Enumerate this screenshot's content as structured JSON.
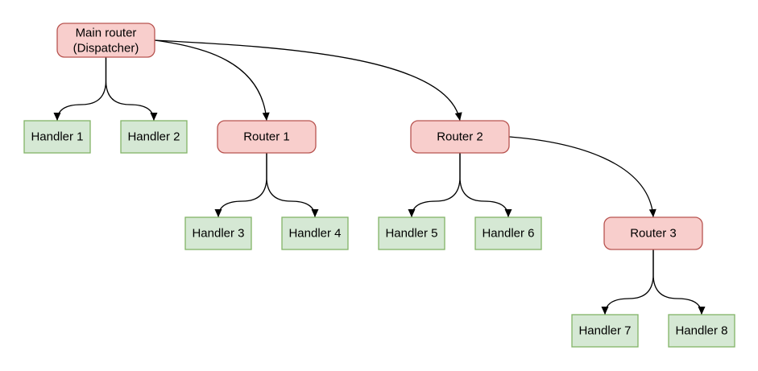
{
  "diagram": {
    "nodes": {
      "main_router": {
        "line1": "Main router",
        "line2": "(Dispatcher)",
        "type": "router"
      },
      "router1": {
        "label": "Router 1",
        "type": "router"
      },
      "router2": {
        "label": "Router 2",
        "type": "router"
      },
      "router3": {
        "label": "Router 3",
        "type": "router"
      },
      "handler1": {
        "label": "Handler 1",
        "type": "handler"
      },
      "handler2": {
        "label": "Handler 2",
        "type": "handler"
      },
      "handler3": {
        "label": "Handler 3",
        "type": "handler"
      },
      "handler4": {
        "label": "Handler 4",
        "type": "handler"
      },
      "handler5": {
        "label": "Handler 5",
        "type": "handler"
      },
      "handler6": {
        "label": "Handler 6",
        "type": "handler"
      },
      "handler7": {
        "label": "Handler 7",
        "type": "handler"
      },
      "handler8": {
        "label": "Handler 8",
        "type": "handler"
      }
    },
    "edges": [
      {
        "from": "main-router",
        "to": "handler-1"
      },
      {
        "from": "main-router",
        "to": "handler-2"
      },
      {
        "from": "main-router",
        "to": "router-1"
      },
      {
        "from": "main-router",
        "to": "router-2"
      },
      {
        "from": "router-1",
        "to": "handler-3"
      },
      {
        "from": "router-1",
        "to": "handler-4"
      },
      {
        "from": "router-2",
        "to": "handler-5"
      },
      {
        "from": "router-2",
        "to": "handler-6"
      },
      {
        "from": "router-2",
        "to": "router-3"
      },
      {
        "from": "router-3",
        "to": "handler-7"
      },
      {
        "from": "router-3",
        "to": "handler-8"
      }
    ],
    "colors": {
      "router_fill": "#f8cecc",
      "router_stroke": "#b85450",
      "handler_fill": "#d5e8d4",
      "handler_stroke": "#82b366",
      "edge_stroke": "#000000",
      "text": "#000000",
      "background": "#ffffff"
    }
  }
}
